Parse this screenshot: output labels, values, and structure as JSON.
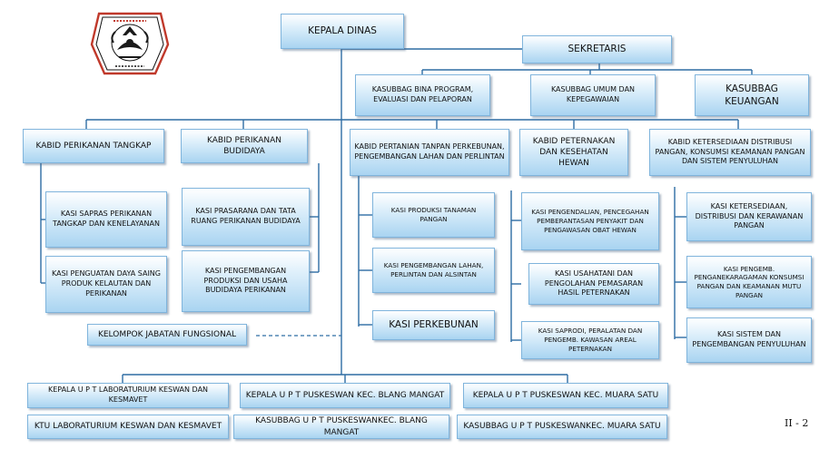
{
  "logo": {
    "icon": "pemerintah-kota-lhokseumawe-emblem"
  },
  "boxes": {
    "kepala_dinas": "KEPALA DINAS",
    "sekretaris": "SEKRETARIS",
    "kasubbag_bina": "KASUBBAG BINA PROGRAM, EVALUASI DAN PELAPORAN",
    "kasubbag_umum": "KASUBBAG UMUM DAN KEPEGAWAIAN",
    "kasubbag_keuangan": "KASUBBAG KEUANGAN",
    "kabid_tangkap": "KABID PERIKANAN TANGKAP",
    "kabid_budidaya": "KABID PERIKANAN BUDIDAYA",
    "kabid_pertanian": "KABID PERTANIAN TANPAN PERKEBUNAN, PENGEMBANGAN LAHAN DAN PERLINTAN",
    "kabid_peternakan": "KABID PETERNAKAN DAN KESEHATAN HEWAN",
    "kabid_ketersediaan": "KABID KETERSEDIAAN DISTRIBUSI PANGAN, KONSUMSI KEAMANAN PANGAN DAN SISTEM PENYULUHAN",
    "kasi_sapras": "KASI SAPRAS PERIKANAN TANGKAP DAN KENELAYANAN",
    "kasi_penguatan": "KASI PENGUATAN DAYA SAING PRODUK KELAUTAN DAN PERIKANAN",
    "kasi_prasarana": "KASI PRASARANA DAN TATA RUANG PERIKANAN BUDIDAYA",
    "kasi_pengembangan_produksi": "KASI PENGEMBANGAN PRODUKSI DAN USAHA BUDIDAYA PERIKANAN",
    "kasi_produksi_tanaman": "KASI PRODUKSI TANAMAN PANGAN",
    "kasi_pengembangan_lahan": "KASI PENGEMBANGAN LAHAN, PERLINTAN DAN ALSINTAN",
    "kasi_perkebunan": "KASI PERKEBUNAN",
    "kasi_pengendalian": "KASI PENGENDALIAN, PENCEGAHAN PEMBERANTASAN PENYAKIT DAN PENGAWASAN OBAT HEWAN",
    "kasi_usahatani": "KASI USAHATANI DAN PENGOLAHAN PEMASARAN HASIL PETERNAKAN",
    "kasi_saprodi": "KASI SAPRODI, PERALATAN DAN PENGEMB. KAWASAN AREAL PETERNAKAN",
    "kasi_ketersediaan": "KASI KETERSEDIAAN, DISTRIBUSI DAN KERAWANAN PANGAN",
    "kasi_penganekaragaman": "KASI PENGEMB. PENGANEKARAGAMAN KONSUMSI PANGAN DAN KEAMANAN MUTU PANGAN",
    "kasi_sistem": "KASI SISTEM DAN PENGEMBANGAN PENYULUHAN",
    "kelompok_jabatan": "KELOMPOK JABATAN FUNGSIONAL",
    "upt_lab_kepala": "KEPALA U P T LABORATURIUM KESWAN DAN KESMAVET",
    "upt_lab_ktu": "KTU LABORATURIUM KESWAN DAN KESMAVET",
    "upt_blang_kepala": "KEPALA U P T PUSKESWAN KEC. BLANG MANGAT",
    "upt_blang_kasubbag": "KASUBBAG U P T PUSKESWANKEC. BLANG MANGAT",
    "upt_muara_kepala": "KEPALA U P T PUSKESWAN KEC. MUARA SATU",
    "upt_muara_kasubbag": "KASUBBAG U P T PUSKESWANKEC. MUARA SATU"
  },
  "page_number": "II - 2"
}
